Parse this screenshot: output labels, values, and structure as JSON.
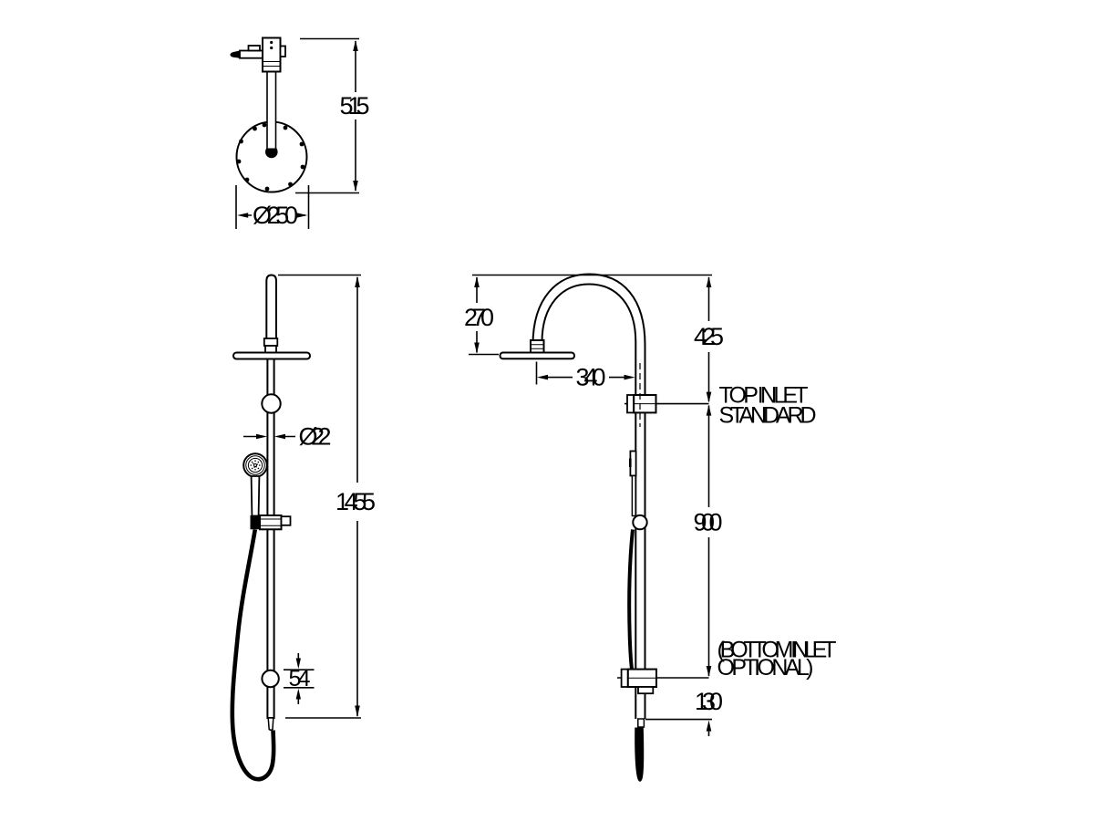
{
  "page": {
    "background": "#ffffff",
    "ink": "#000000"
  },
  "drawing": {
    "type": "technical-drawing",
    "subject": "shower column with overhead rose and hand shower - top, front and side dimensioned views",
    "dims": {
      "d515": "515",
      "d250": "Ø250",
      "d22": "Ø22",
      "d1455": "1455",
      "d54": "54",
      "d270": "270",
      "d340": "340",
      "d425": "425",
      "d900": "900",
      "d130": "130"
    },
    "labels": {
      "top_inlet": [
        "TOP INLET",
        "STANDARD"
      ],
      "bottom_inlet": [
        "(BOTTOM INLET",
        "OPTIONAL)"
      ]
    }
  }
}
